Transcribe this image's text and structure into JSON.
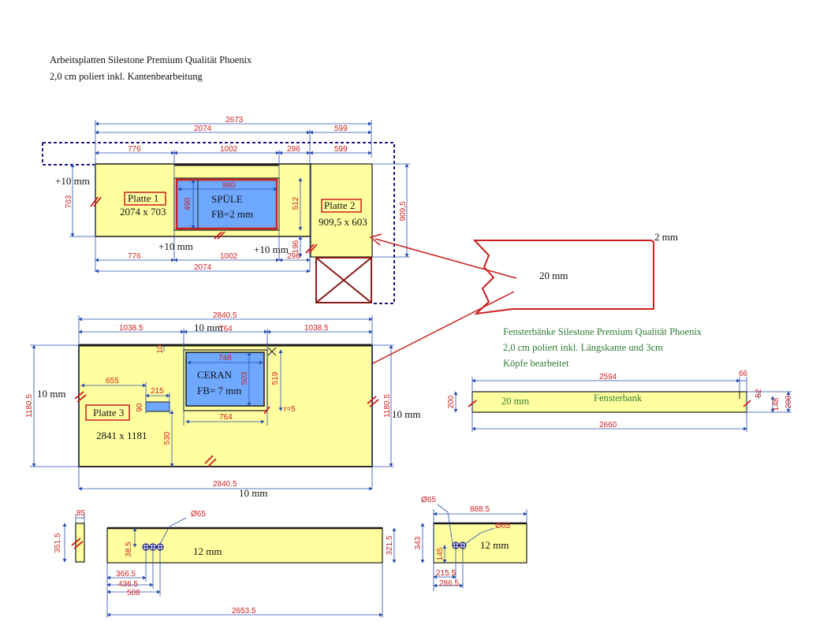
{
  "header": {
    "line1": "Arbeitsplatten Silestone Premium Qualität Phoenix",
    "line2": "2,0 cm poliert inkl. Kantenbearbeitung"
  },
  "fensterbank_header": {
    "line1": "Fensterbänke Silestone Premium Qualität Phoenix",
    "line2": "2,0 cm poliert inkl. Längskante und 3cm",
    "line3": "Köpfe bearbeitet"
  },
  "top_section": {
    "dim_2673": "2673",
    "dim_2074_top": "2074",
    "dim_599_top": "599",
    "dim_776_top": "776",
    "dim_1002_top": "1002",
    "dim_296_top": "296",
    "dim_599_mid": "599",
    "dim_703": "703",
    "dim_909_5": "909,5",
    "dim_980": "980",
    "dim_490": "490",
    "dim_512": "512",
    "dim_196": "196",
    "dim_776_bottom": "776",
    "dim_1002_bottom": "1002",
    "dim_296_bottom": "296",
    "dim_2074_bottom": "2074",
    "plus10_left": "+10 mm",
    "plus10_bottom_left": "+10 mm",
    "plus10_bottom_right": "+10 mm",
    "platte1_label": "Platte 1",
    "platte1_size": "2074 x 703",
    "spuele_label": "SPÜLE",
    "spuele_fb": "FB=2 mm",
    "platte2_label": "Platte 2",
    "platte2_size": "909,5 x 603",
    "callout_2mm": "2 mm",
    "callout_20mm": "20 mm"
  },
  "middle_section": {
    "dim_2840_5_top": "2840.5",
    "dim_1038_5_left": "1038.5",
    "dim_764_top": "764",
    "dim_10mm_top": "10 mm",
    "dim_1038_5_right": "1038.5",
    "dim_10_small": "10",
    "dim_655": "655",
    "dim_215": "215",
    "dim_90": "90",
    "dim_748": "748",
    "dim_503": "503",
    "dim_519": "519",
    "dim_r5": "r=5",
    "dim_764_bottom": "764",
    "dim_530": "530",
    "dim_1180_5_left": "1180.5",
    "dim_1180_5_right": "1180.5",
    "dim_2840_5_bottom": "2840.5",
    "left_10mm": "10 mm",
    "right_10mm": "10 mm",
    "bottom_10mm": "10 mm",
    "ceran_label": "CERAN",
    "ceran_fb": "FB= 7 mm",
    "platte3_label": "Platte 3",
    "platte3_size": "2841 x 1181"
  },
  "fensterbank": {
    "dim_2594": "2594",
    "dim_66": "66",
    "dim_200_left": "200",
    "dim_52": "52",
    "dim_148": "148",
    "dim_200_right": "200",
    "dim_2660": "2660",
    "label": "Fensterbank",
    "mm20": "20 mm"
  },
  "bottom_section": {
    "dim_85": "85",
    "dim_351_5": "351.5",
    "dim_d65_left": "Ø65",
    "dim_38_5": "38.5",
    "mm12_left": "12 mm",
    "dim_321_5": "321.5",
    "dim_366_5": "366.5",
    "dim_436_5": "436.5",
    "dim_508": "508",
    "dim_2653_5": "2653.5",
    "dim_d65_right_a": "Ø65",
    "dim_888_5": "888.5",
    "dim_d65_right_b": "Ø65",
    "dim_343": "343",
    "dim_145": "145",
    "mm12_right": "12 mm",
    "dim_215_5": "215.5",
    "dim_286_5": "286.5"
  },
  "colors": {
    "slab_fill": "#ffffa0",
    "sink_fill": "#6fa8ff",
    "dim_red": "#cc2222",
    "dim_blue": "#2a4fb0",
    "outline_dark": "#1a1a1a",
    "dashed_navy": "#1a1a80",
    "callout_red": "#cc1f1f",
    "cabinet_brown": "#8b1a1a",
    "green_text": "#2e7d32"
  }
}
